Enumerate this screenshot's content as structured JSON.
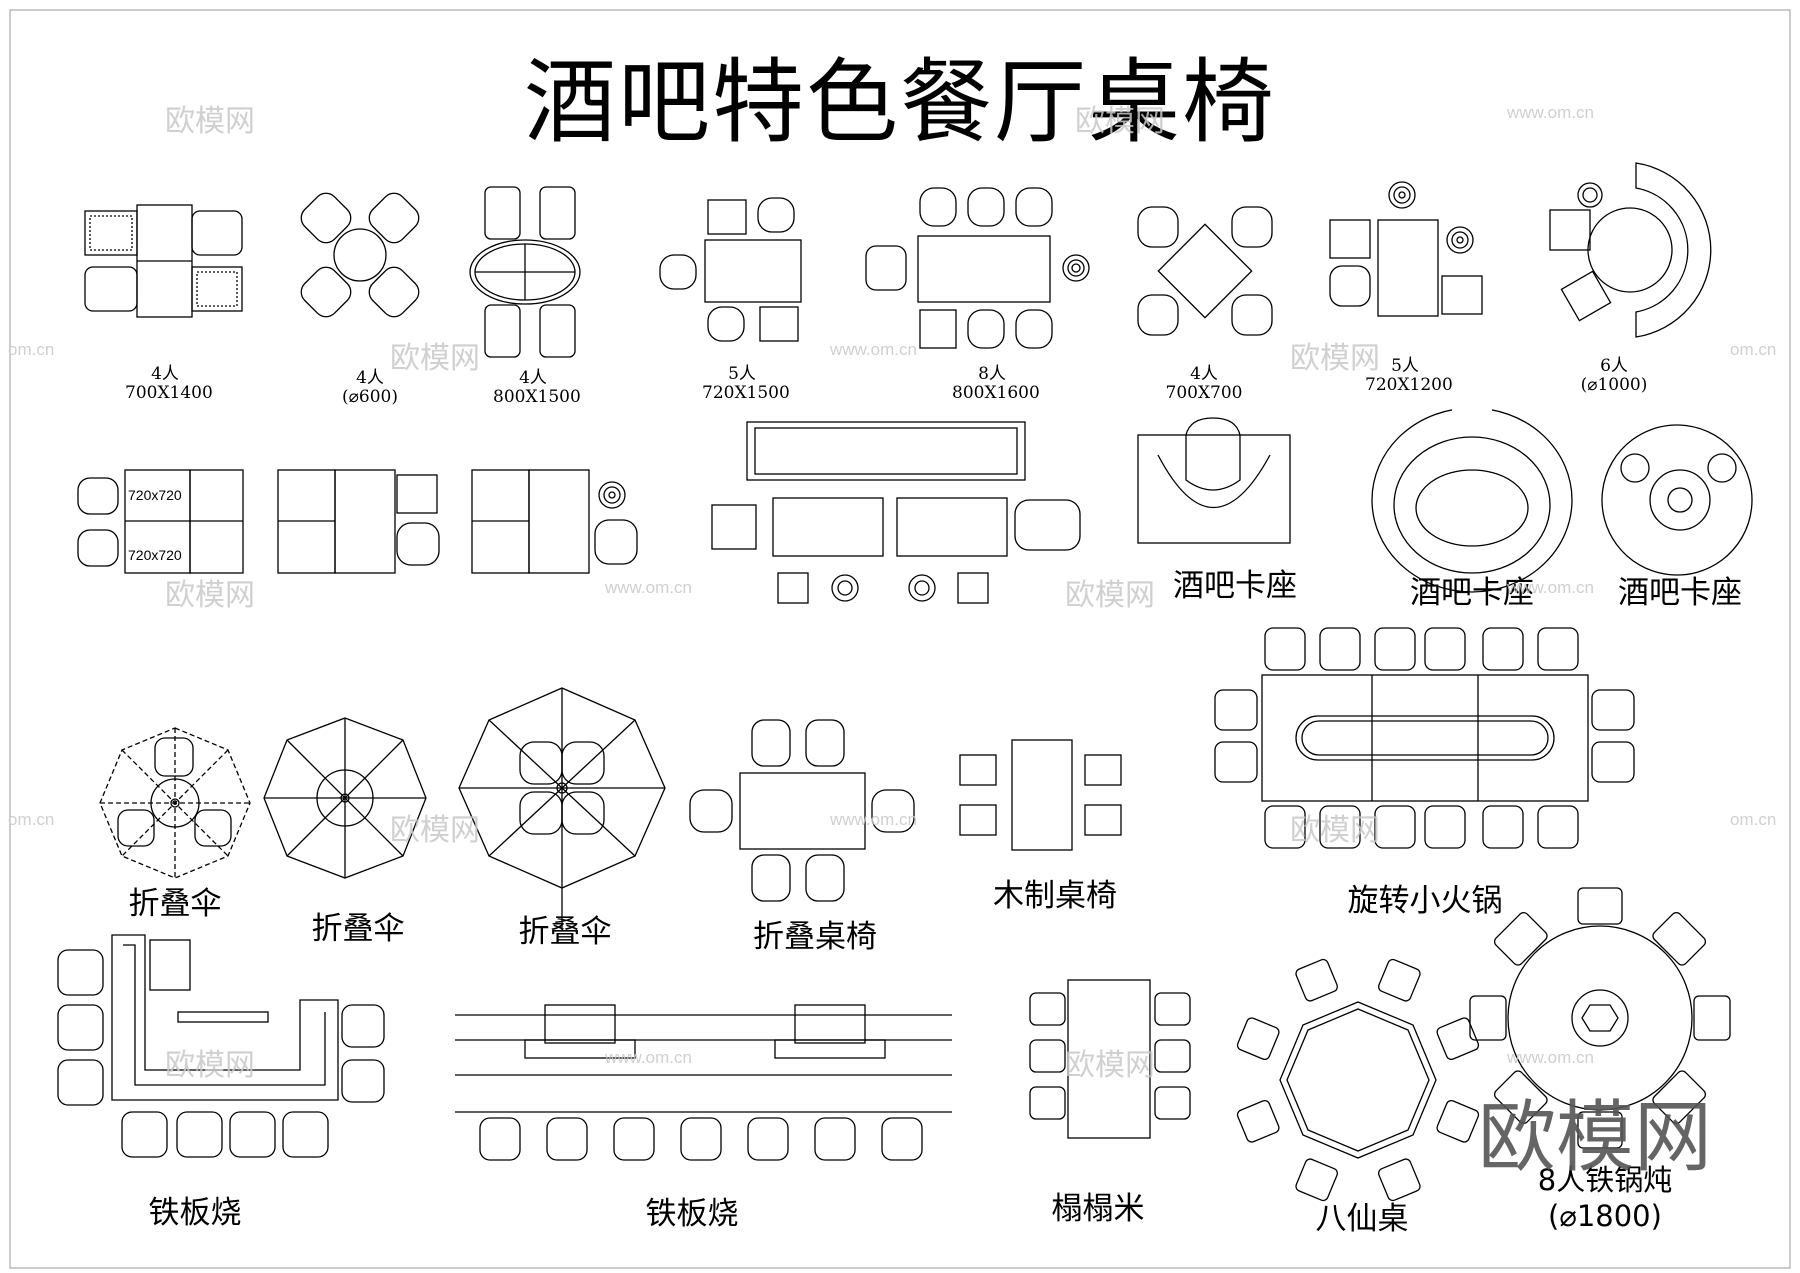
{
  "title": "酒吧特色餐厅桌椅",
  "row1": [
    {
      "count": "4人",
      "size": "700X1400"
    },
    {
      "count": "4人",
      "size": "(⌀600)"
    },
    {
      "count": "4人",
      "size": "800X1500"
    },
    {
      "count": "5人",
      "size": "720X1500"
    },
    {
      "count": "8人",
      "size": "800X1600"
    },
    {
      "count": "4人",
      "size": "700X700"
    },
    {
      "count": "5人",
      "size": "720X1200"
    },
    {
      "count": "6人",
      "size": "(⌀1000)"
    }
  ],
  "row2": {
    "table_a": "720x720",
    "table_b": "720x720",
    "booth_labels": [
      "酒吧卡座",
      "酒吧卡座",
      "酒吧卡座"
    ]
  },
  "row3": {
    "labels": [
      "折叠伞",
      "折叠伞",
      "折叠伞",
      "折叠桌椅",
      "木制桌椅",
      "旋转小火锅"
    ]
  },
  "row4": {
    "labels": [
      "铁板烧",
      "铁板烧",
      "榻榻米",
      "八仙桌"
    ],
    "last_title": "8人铁锅炖",
    "last_size": "(⌀1800)"
  },
  "watermarks": {
    "cn": "欧模网",
    "url": "www.om.cn",
    "url_cut": "om.cn",
    "big": "欧模网"
  }
}
